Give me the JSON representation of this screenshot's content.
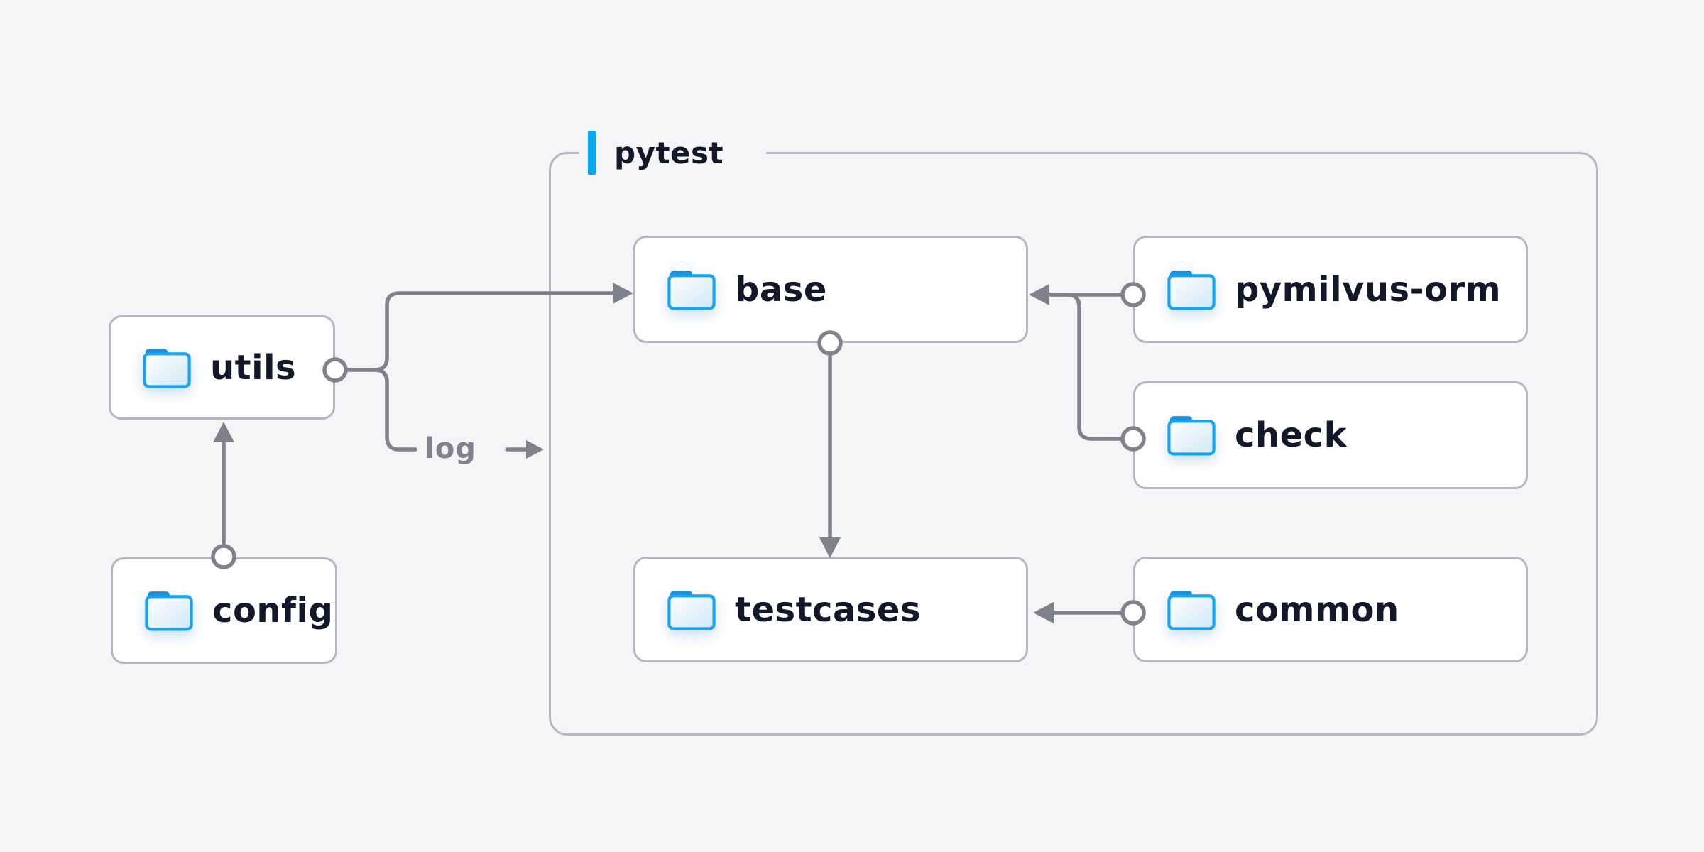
{
  "group": {
    "label": "pytest"
  },
  "nodes": [
    {
      "id": "utils",
      "label": "utils"
    },
    {
      "id": "config",
      "label": "config"
    },
    {
      "id": "base",
      "label": "base"
    },
    {
      "id": "pymilvus-orm",
      "label": "pymilvus-orm"
    },
    {
      "id": "check",
      "label": "check"
    },
    {
      "id": "testcases",
      "label": "testcases"
    },
    {
      "id": "common",
      "label": "common"
    }
  ],
  "edges": [
    {
      "from": "utils",
      "to": "base"
    },
    {
      "from": "utils",
      "to": "pytest-group",
      "label": "log"
    },
    {
      "from": "config",
      "to": "utils"
    },
    {
      "from": "base",
      "to": "testcases"
    },
    {
      "from": "pymilvus-orm",
      "to": "base"
    },
    {
      "from": "check",
      "to": "base"
    },
    {
      "from": "common",
      "to": "testcases"
    }
  ],
  "icons": {
    "node_icon": "folder-icon",
    "group_marker": "accent-bar"
  },
  "colors": {
    "background": "#f5f5f7",
    "node_background": "#ffffff",
    "node_border": "#b4b6c2",
    "group_border": "#b4b6c2",
    "connector_gray": "#7f818c",
    "text_navy": "#101829",
    "log_label_gray": "#7f818c",
    "accent_blue": "#0aa6ec",
    "folder_blue": "#17a3ee"
  }
}
